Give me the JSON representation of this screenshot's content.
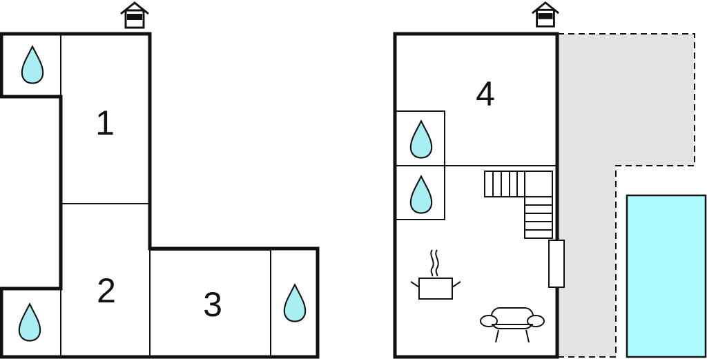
{
  "colors": {
    "wall": "#111111",
    "water": "#a8eef2",
    "terrace": "#e3e3e3",
    "pool": "#aefbff",
    "background": "#ffffff"
  },
  "icons": {
    "entrance": "entrance-house-icon",
    "bathroom": "water-drop-icon",
    "kitchen": "cooking-pot-icon",
    "living": "sofa-icon",
    "stairs": "staircase-icon"
  },
  "floor_left": {
    "rooms": [
      {
        "number": "1"
      },
      {
        "number": "2"
      },
      {
        "number": "3"
      }
    ]
  },
  "floor_right": {
    "rooms": [
      {
        "number": "4"
      }
    ]
  }
}
